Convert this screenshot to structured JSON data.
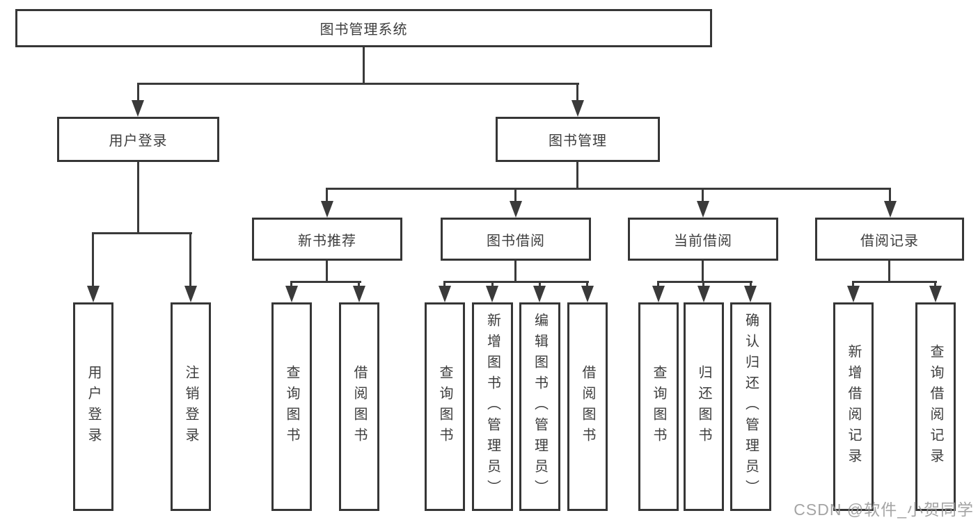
{
  "diagram": {
    "type": "hierarchy-tree",
    "root": {
      "label": "图书管理系统"
    },
    "branches": [
      {
        "label": "用户登录",
        "children": [
          {
            "label": "用户登录"
          },
          {
            "label": "注销登录"
          }
        ]
      },
      {
        "label": "图书管理",
        "children": [
          {
            "label": "新书推荐",
            "children": [
              {
                "label": "查询图书"
              },
              {
                "label": "借阅图书"
              }
            ]
          },
          {
            "label": "图书借阅",
            "children": [
              {
                "label": "查询图书"
              },
              {
                "label": "新增图书（管理员）"
              },
              {
                "label": "编辑图书（管理员）"
              },
              {
                "label": "借阅图书"
              }
            ]
          },
          {
            "label": "当前借阅",
            "children": [
              {
                "label": "查询图书"
              },
              {
                "label": "归还图书"
              },
              {
                "label": "确认归还（管理员）"
              }
            ]
          },
          {
            "label": "借阅记录",
            "children": [
              {
                "label": "新增借阅记录"
              },
              {
                "label": "查询借阅记录"
              }
            ]
          }
        ]
      }
    ],
    "watermark": {
      "text": "CSDN @软件_小贺同学"
    },
    "colors": {
      "line": "#3a3a3a",
      "border": "#363636",
      "text": "#3d3d3d",
      "watermark": "#949494",
      "background": "#ffffff"
    }
  }
}
